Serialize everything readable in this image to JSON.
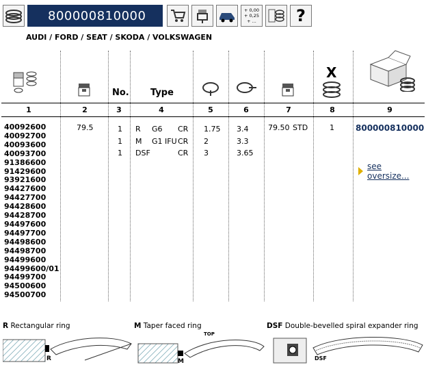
{
  "toolbar": {
    "part_number": "800000810000",
    "oversize_badge": [
      "+ 0,00",
      "+ 0,25",
      "+ ..."
    ],
    "help": "?"
  },
  "makes": "AUDI / FORD / SEAT / SKODA / VOLKSWAGEN",
  "headers": {
    "col3": "No.",
    "col4": "Type",
    "col8": "X",
    "numbers": [
      "1",
      "2",
      "3",
      "4",
      "5",
      "6",
      "7",
      "8",
      "9"
    ]
  },
  "references": [
    "40092600",
    "40092700",
    "40093600",
    "40093700",
    "91386600",
    "91429600",
    "93921600",
    "94427600",
    "94427700",
    "94428600",
    "94428700",
    "94497600",
    "94497700",
    "94498600",
    "94498700",
    "94499600",
    "94499600/01",
    "94499700",
    "94500600",
    "94500700"
  ],
  "diameter": "79.5",
  "rings": [
    {
      "no": "1",
      "type": "R",
      "code": "G6",
      "finish": "CR",
      "height": "1.75",
      "radial": "3.4"
    },
    {
      "no": "1",
      "type": "M",
      "code": "G1 IFU",
      "finish": "CR",
      "height": "2",
      "radial": "3.3"
    },
    {
      "no": "1",
      "type": "DSF",
      "code": "",
      "finish": "CR",
      "height": "3",
      "radial": "3.65"
    }
  ],
  "col7": {
    "value": "79.50",
    "size": "STD"
  },
  "col8_value": "1",
  "col9_partno": "800000810000",
  "oversize_link": "see oversize...",
  "legend": {
    "r": {
      "code": "R",
      "text": "Rectangular ring",
      "marker": "R"
    },
    "m": {
      "code": "M",
      "text": "Taper faced ring",
      "marker": "M",
      "top": "TOP"
    },
    "dsf": {
      "code": "DSF",
      "text": "Double-bevelled spiral expander ring",
      "marker": "DSF"
    }
  }
}
